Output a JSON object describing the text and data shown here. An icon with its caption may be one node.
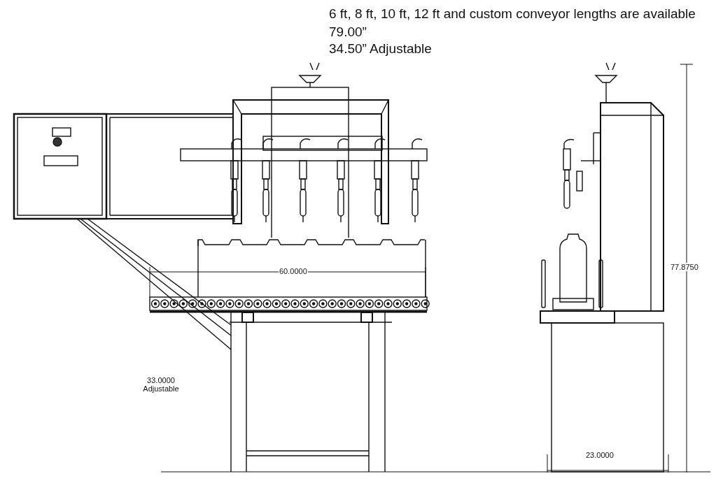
{
  "diagram": {
    "labels": [
      "6 ft, 8 ft, 10 ft, 12 ft and custom conveyor lengths are available",
      "79.00”",
      "34.50” Adjustable",
      "60.0000",
      "77.8750",
      "33.0000 Adjustable",
      "23.0000"
    ]
  }
}
